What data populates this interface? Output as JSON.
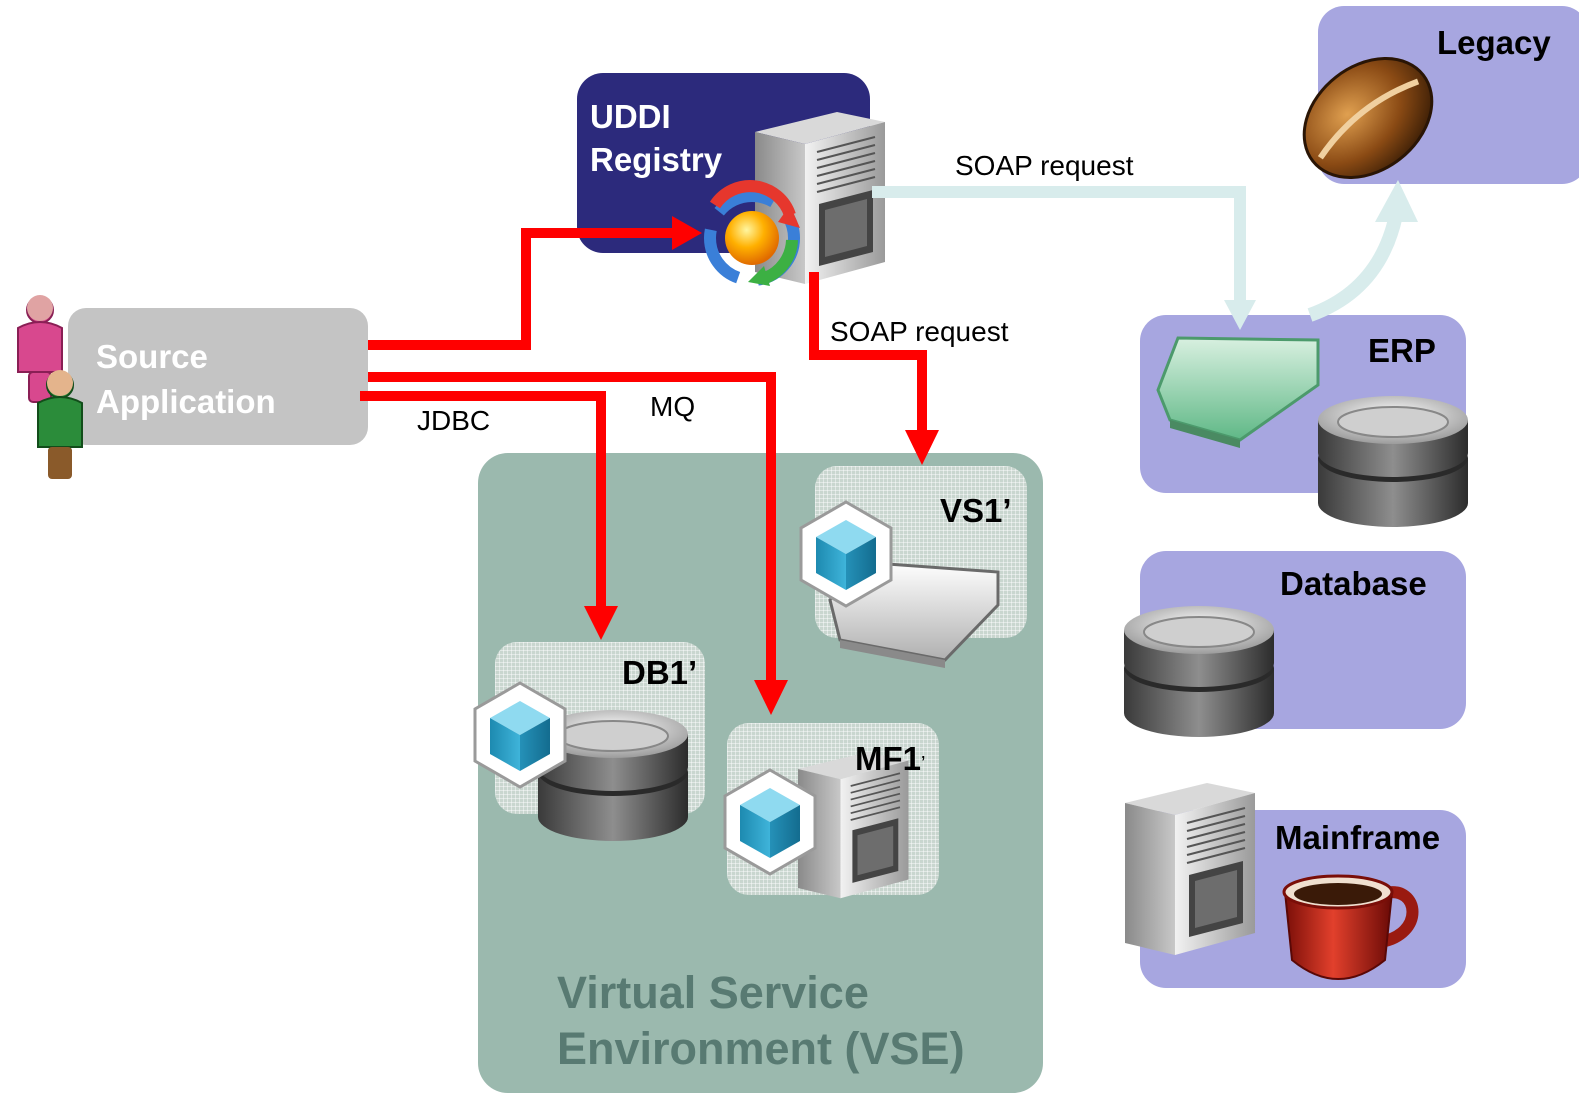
{
  "source": {
    "label_line1": "Source",
    "label_line2": "Application"
  },
  "uddi": {
    "label_line1": "UDDI",
    "label_line2": "Registry"
  },
  "vse": {
    "title_line1": "Virtual Service",
    "title_line2": "Environment (VSE)",
    "services": [
      {
        "label": "DB1’"
      },
      {
        "label": "MF1"
      },
      {
        "label": "VS1’"
      }
    ],
    "mf1_suffix": "’"
  },
  "systems": {
    "legacy": "Legacy",
    "erp": "ERP",
    "database": "Database",
    "mainframe": "Mainframe"
  },
  "connections": {
    "jdbc": "JDBC",
    "mq": "MQ",
    "soap_to_vs": "SOAP request",
    "soap_to_erp": "SOAP request"
  },
  "colors": {
    "arrow": "#ff0000",
    "real_arrow": "#d8ecec",
    "uddi_bg": "#2c2a7c",
    "vse_bg": "#9bb9ae",
    "system_bg": "#a7a6e0",
    "source_bg": "#c4c4c4"
  }
}
